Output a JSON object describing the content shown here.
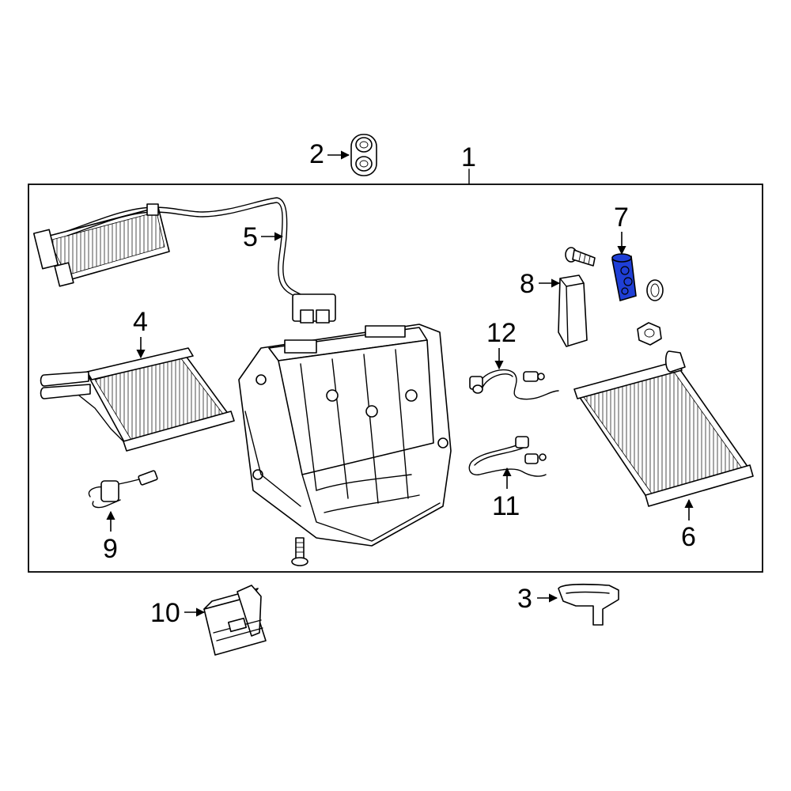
{
  "callouts": [
    {
      "id": "1",
      "label": "1"
    },
    {
      "id": "2",
      "label": "2"
    },
    {
      "id": "3",
      "label": "3"
    },
    {
      "id": "4",
      "label": "4"
    },
    {
      "id": "5",
      "label": "5"
    },
    {
      "id": "6",
      "label": "6"
    },
    {
      "id": "7",
      "label": "7"
    },
    {
      "id": "8",
      "label": "8"
    },
    {
      "id": "9",
      "label": "9"
    },
    {
      "id": "10",
      "label": "10"
    },
    {
      "id": "11",
      "label": "11"
    },
    {
      "id": "12",
      "label": "12"
    }
  ],
  "highlight": {
    "part": "7",
    "color": "#1f3fd6"
  }
}
